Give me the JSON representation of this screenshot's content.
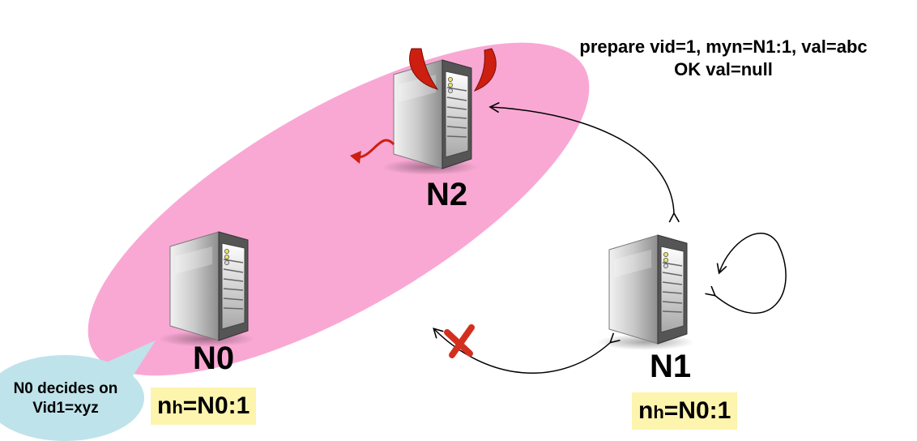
{
  "diagram": {
    "nodes": [
      {
        "id": "N2",
        "label": "N2",
        "malicious": true
      },
      {
        "id": "N0",
        "label": "N0",
        "nh_prefix": "n",
        "nh_sub": "h",
        "nh_value": "=N0:1"
      },
      {
        "id": "N1",
        "label": "N1",
        "nh_prefix": "n",
        "nh_sub": "h",
        "nh_value": "=N0:1"
      }
    ],
    "message": {
      "line1": "prepare vid=1, myn=N1:1, val=abc",
      "line2": "OK val=null"
    },
    "callout": {
      "line1": "N0 decides on",
      "line2": "Vid1=xyz"
    },
    "colors": {
      "partition": "#f9a8d4",
      "callout": "#bfe3ea",
      "nh_box": "#fdf4ae",
      "failed_link": "#d32f1f",
      "devil": "#cc1f10"
    },
    "links": [
      {
        "from": "N1",
        "to": "N2",
        "status": "ok"
      },
      {
        "from": "N1",
        "to": "N1",
        "status": "self"
      },
      {
        "from": "N1",
        "to": "N0",
        "status": "failed"
      }
    ]
  }
}
